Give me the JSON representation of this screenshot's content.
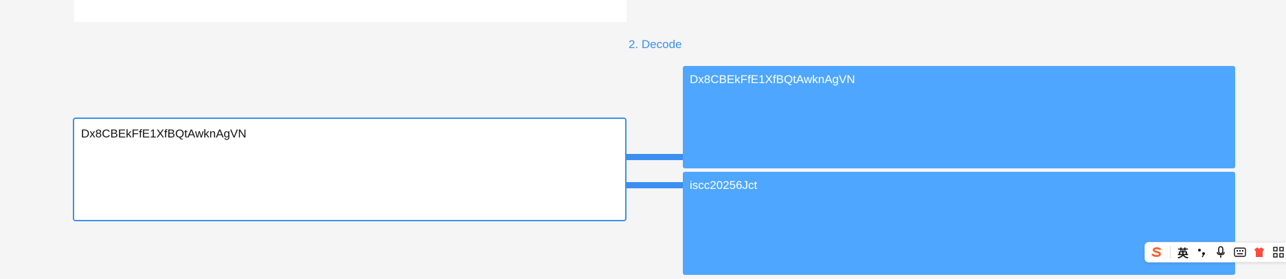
{
  "step": {
    "title": "2. Decode"
  },
  "input": {
    "value": "Dx8CBEkFfE1XfBQtAwknAgVN"
  },
  "outputs": [
    {
      "value": "Dx8CBEkFfE1XfBQtAwknAgVN"
    },
    {
      "value": "iscc20256Jct"
    }
  ],
  "ime_toolbar": {
    "language": "英",
    "icons": [
      "sogou-logo-icon",
      "punctuation-icon",
      "microphone-icon",
      "keyboard-icon",
      "skin-icon",
      "grid-menu-icon"
    ]
  },
  "colors": {
    "accent": "#3b8ff0",
    "output_fill": "#4ea6ff",
    "background": "#f5f5f5"
  }
}
